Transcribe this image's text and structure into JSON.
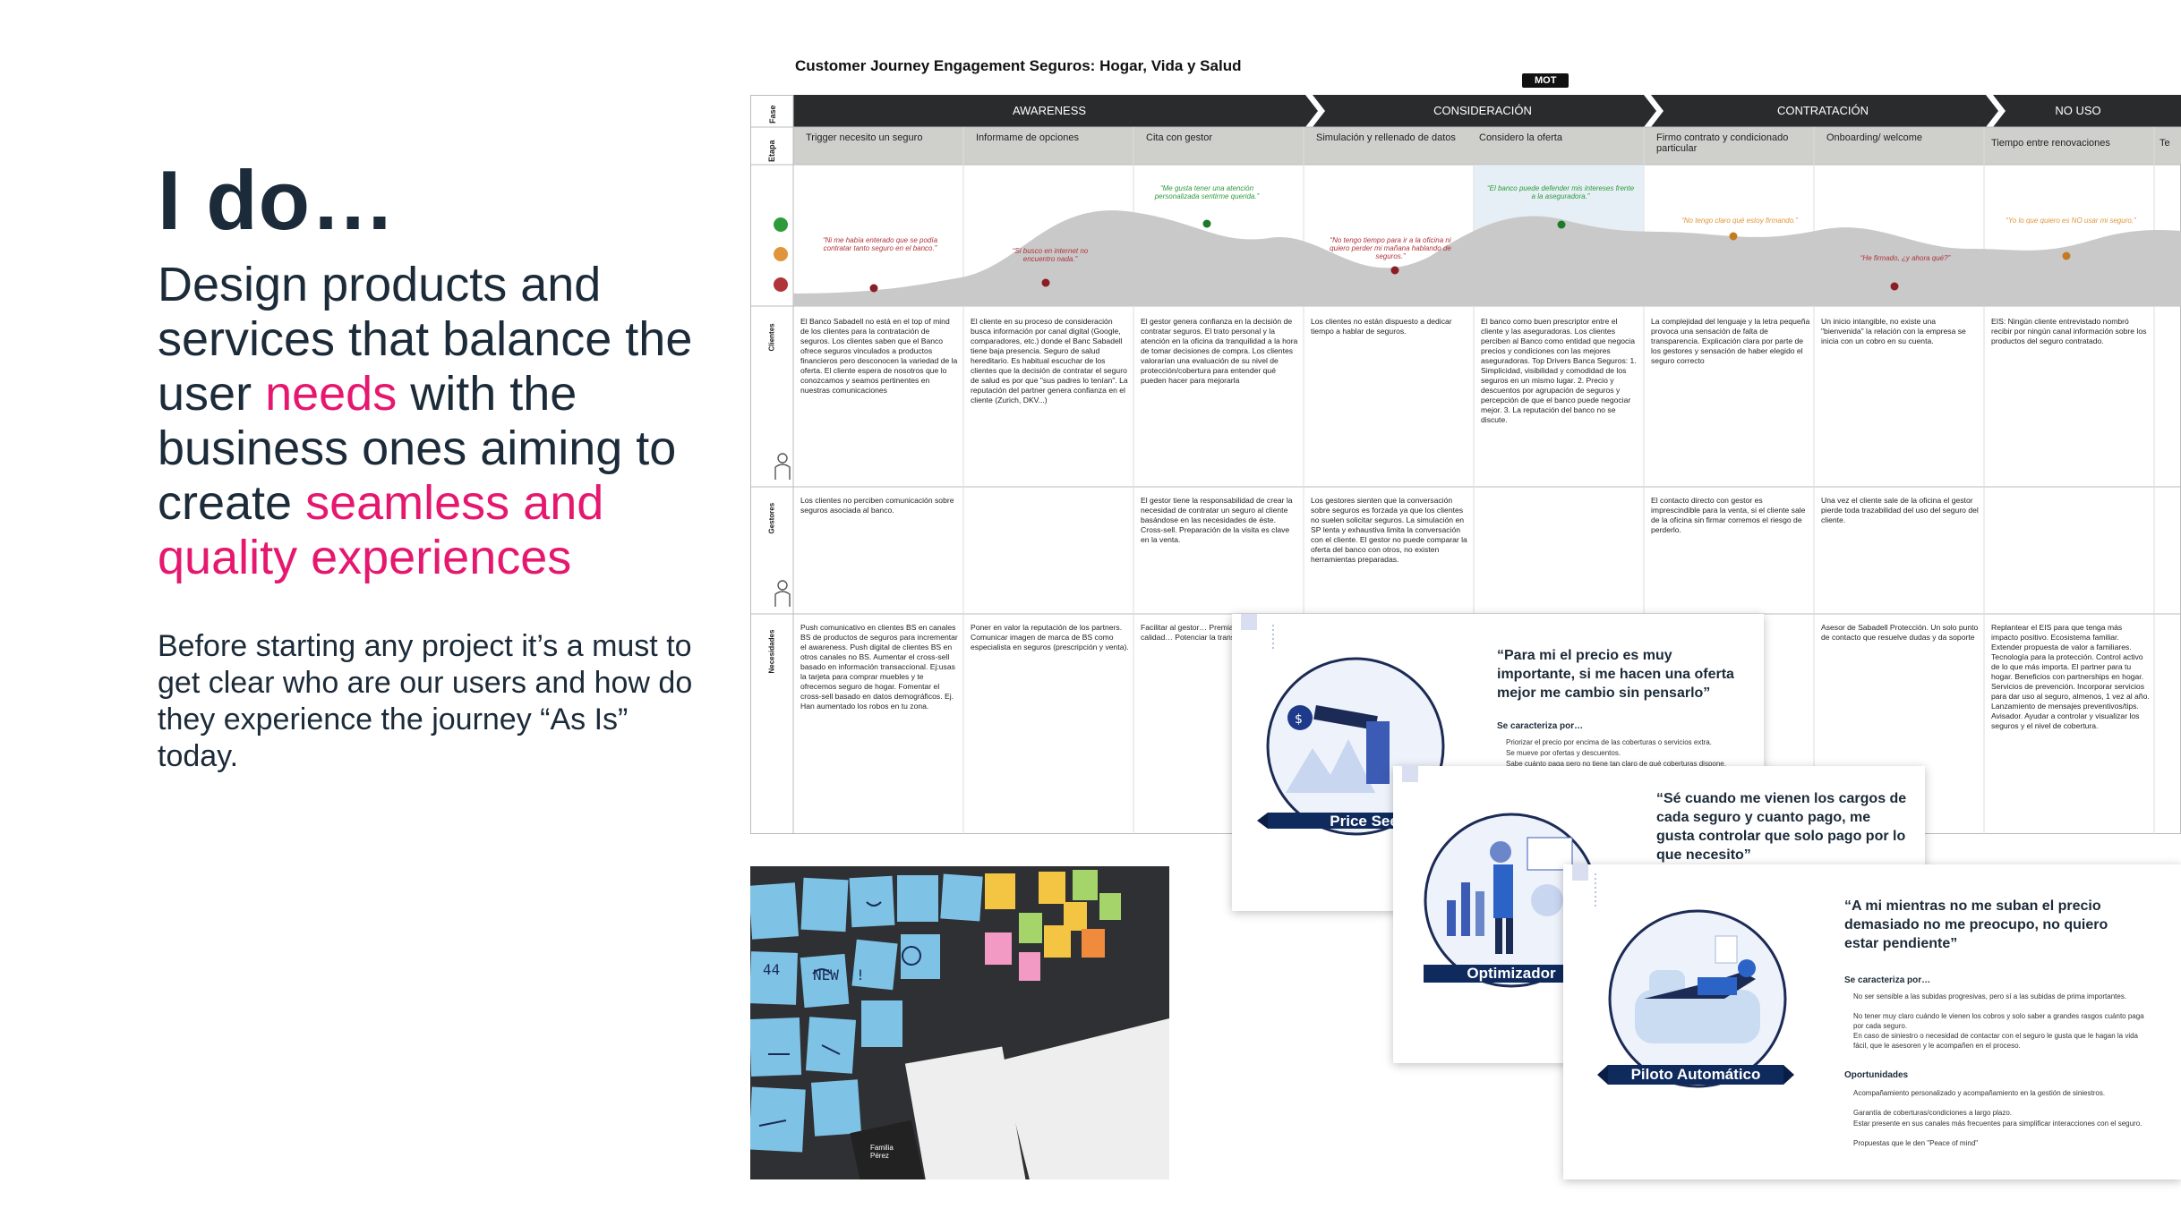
{
  "slide": {
    "heading": "I do…",
    "sub_pre": "Design products and services that balance the user ",
    "sub_hl1": "needs",
    "sub_mid": " with the business ones aiming to create ",
    "sub_hl2": "seamless and quality experiences",
    "body": "Before starting any project it’s a must to get clear who are our users and how do they experience the journey “As Is” today."
  },
  "journey": {
    "title": "Customer Journey Engagement Seguros: Hogar, Vida y Salud",
    "mot": "MOT",
    "row_labels": {
      "fase": "Fase",
      "etapa": "Etapa",
      "clientes": "Clientes",
      "gestores": "Gestores",
      "necesidades": "Necesidades"
    },
    "phases": [
      "AWARENESS",
      "CONSIDERACIÓN",
      "CONTRATACIÓN",
      "NO USO"
    ],
    "stages": [
      "Trigger necesito un seguro",
      "Informame de opciones",
      "Cita con gestor",
      "Simulación y rellenado de datos",
      "Considero la oferta",
      "Firmo contrato y condicionado particular",
      "Onboarding/ welcome",
      "Tiempo entre renovaciones",
      "Te"
    ],
    "quotes": [
      "“Ni me había enterado que se podía contratar tanto seguro en el banco.”",
      "“Si busco en internet no encuentro nada.”",
      "“Me gusta tener una atención personalizada sentirme querida.”",
      "“No tengo tiempo para ir a la oficina ni quiero perder mi mañana hablando de seguros.”",
      "“El banco puede defender mis intereses frente a la aseguradora.”",
      "“No tengo claro qué estoy firmando.”",
      "“He firmado, ¿y ahora qué?”",
      "“Yo lo que quiero es NO usar mi seguro.”"
    ],
    "clientes": [
      "El Banco Sabadell no está en el top of mind de los clientes para la contratación de seguros. Los clientes saben que el Banco ofrece seguros vinculados a productos financieros pero desconocen la variedad de la oferta. El cliente espera de nosotros que lo conozcamos y seamos pertinentes en nuestras comunicaciones",
      "El cliente en su proceso de consideración busca información por canal digital (Google, comparadores, etc.) donde el Banc Sabadell tiene baja presencia. Seguro de salud hereditario. Es habitual escuchar de los clientes que la decisión de contratar el seguro de salud es por que \"sus padres lo tenían\". La reputación del partner genera confianza en el cliente (Zurich, DKV...)",
      "El gestor genera confianza en la decisión de contratar seguros. El trato personal y la atención en la oficina da tranquilidad a la hora de tomar decisiones de compra. Los clientes valorarían una evaluación de su nivel de protección/cobertura para entender qué pueden hacer para mejorarla",
      "Los clientes no están dispuesto a dedicar tiempo a hablar de seguros.",
      "El banco como buen prescriptor entre el cliente y las aseguradoras. Los clientes perciben al Banco como entidad que negocia precios y condiciones con las mejores aseguradoras. Top Drivers Banca Seguros: 1. Simplicidad, visibilidad y comodidad de los seguros en un mismo lugar. 2. Precio y descuentos por agrupación de seguros y percepción de que el banco puede negociar mejor. 3. La reputación del banco no se discute.",
      "La complejidad del lenguaje y la letra pequeña provoca una sensación de falta de transparencia. Explicación clara por parte de los gestores y sensación de haber elegido el seguro correcto",
      "Un inicio intangible, no existe una \"bienvenida\" la relación con la empresa se inicia con un cobro en su cuenta.",
      "EIS: Ningún cliente entrevistado nombró recibir por ningún canal información sobre los productos del seguro contratado."
    ],
    "gestores": [
      "Los clientes no perciben comunicación sobre seguros asociada al banco.",
      "",
      "El gestor tiene la responsabilidad de crear la necesidad de contratar un seguro al cliente basándose en las necesidades de éste. Cross-sell. Preparación de la visita es clave en la venta.",
      "Los gestores sienten que la conversación sobre seguros es forzada ya que los clientes no suelen solicitar seguros. La simulación en SP lenta y exhaustiva limita la conversación con el cliente. El gestor no puede comparar la oferta del banco con otros, no existen herramientas preparadas.",
      "",
      "El contacto directo con gestor es imprescindible para la venta, si el cliente sale de la oficina sin firmar corremos el riesgo de perderlo.",
      "Una vez el cliente sale de la oficina el gestor pierde toda trazabilidad del uso del seguro del cliente.",
      ""
    ],
    "necesidades": [
      "Push comunicativo en clientes BS en canales BS de productos de seguros para incrementar el awareness. Push digital de clientes BS en otros canales no BS. Aumentar el cross-sell basado en información transaccional. Ej:usas la tarjeta para comprar muebles y te ofrecemos seguro de hogar. Fomentar el cross-sell basado en datos demográficos. Ej. Han aumentado los robos en tu zona.",
      "Poner en valor la reputación de los partners. Comunicar imagen de marca de BS como especialista en seguros (prescripción y venta).",
      "Facilitar al gestor… Premiar la calidad… Potenciar la trans…",
      "",
      "",
      "",
      "Asesor de Sabadell Protección. Un solo punto de contacto que resuelve dudas y da soporte",
      "Replantear el EIS para que tenga más impacto positivo. Ecosistema familiar. Extender propuesta de valor a familiares. Tecnología para la protección. Control activo de lo que más importa. El partner para tu hogar. Beneficios con partnerships en hogar. Servicios de prevención. Incorporar servicios para dar uso al seguro, almenos, 1 vez al año. Lanzamiento de mensajes preventivos/tips. Avisador. Ayudar a controlar y visualizar los seguros y el nivel de cobertura."
    ]
  },
  "personas": [
    {
      "quote": "“Para mi el precio es muy importante, si me hacen una oferta mejor me cambio sin pensarlo”",
      "section": "Se caracteriza por…",
      "bullets": [
        "Priorizar el precio por encima de las coberturas o servicios extra.",
        "Se mueve por ofertas y descuentos.",
        "Sabe cuánto paga pero no tiene tan claro de qué coberturas dispone."
      ],
      "badge": "Price Seeke"
    },
    {
      "quote": "“Sé cuando me vienen los cargos de cada seguro y cuanto pago, me gusta controlar que solo pago por lo que necesito”",
      "badge": "Optimizador"
    },
    {
      "quote": "“A mi mientras no me suban el precio demasiado no me preocupo, no quiero estar pendiente”",
      "section": "Se caracteriza por…",
      "bullets": [
        "No ser sensible a las subidas progresivas, pero sí a las subidas de prima importantes.",
        "No tener muy claro cuándo le vienen los cobros y solo saber a grandes rasgos cuánto paga por cada seguro.",
        "En caso de siniestro o necesidad de contactar con el seguro le gusta que le hagan la vida fácil, que le asesoren y le acompañen en el proceso."
      ],
      "section2": "Oportunidades",
      "bullets2": [
        "Acompañamiento personalizado y acompañamiento en la gestión de siniestros.",
        "Garantía de coberturas/condiciones a largo plazo.",
        "Estar presente en sus canales más frecuentes para simplificar interacciones con el seguro.",
        "Propuestas que le den \"Peace of mind\""
      ],
      "badge": "Piloto Automático"
    }
  ],
  "photo_notes": [
    "NEW !!",
    "44",
    "Familia Pérez"
  ],
  "colors": {
    "accent": "#e5176e",
    "text": "#1c2b39",
    "phase_bar": "#2a2b2d",
    "stage_bar": "#cfcfcc",
    "persona_badge": "#0f2a5c"
  }
}
